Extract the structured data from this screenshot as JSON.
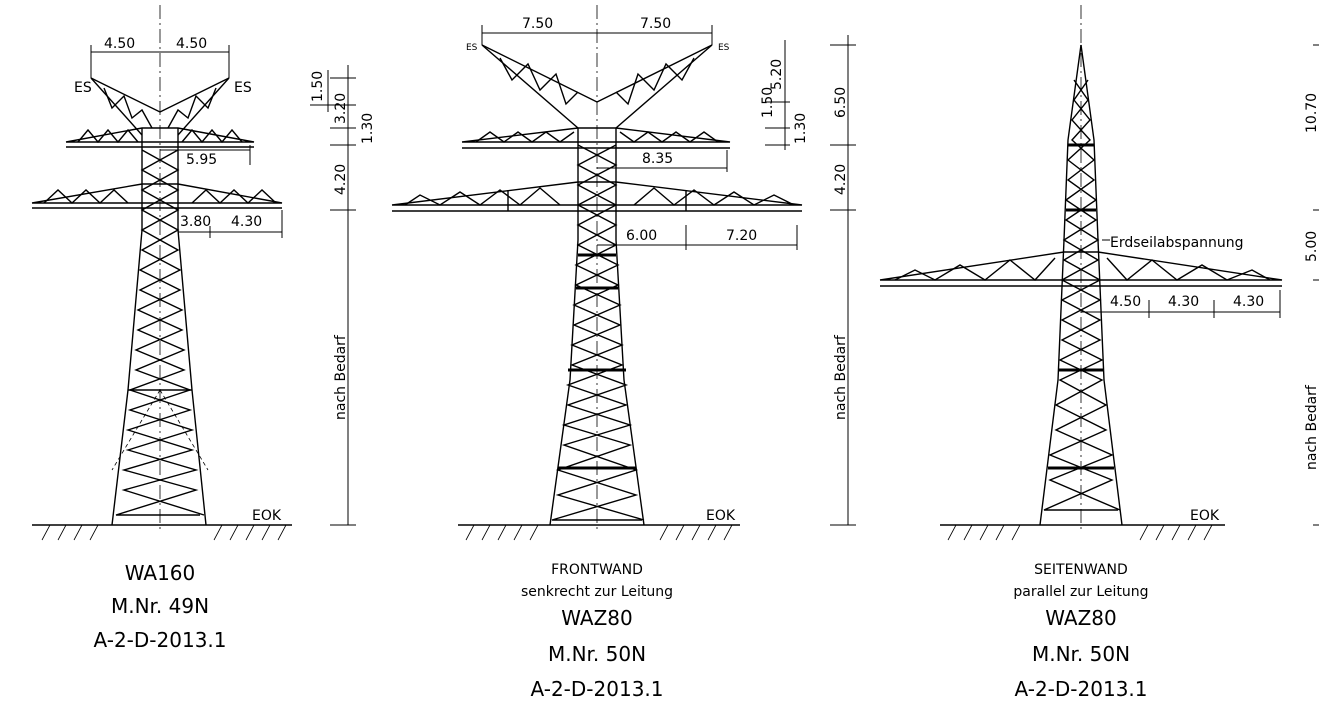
{
  "towers": [
    {
      "id": "wa160",
      "peak_labels": [
        "ES",
        "ES"
      ],
      "dims": {
        "top_left": "4.50",
        "top_right": "4.50",
        "arm_mid": "5.95",
        "arm_low_a": "3.80",
        "arm_low_b": "4.30",
        "v_a": "1.50",
        "v_b": "3.20",
        "v_c": "1.30",
        "v_d": "4.20",
        "v_main": "nach Bedarf"
      },
      "ground": "EOK",
      "caption": [
        "WA160",
        "M.Nr. 49N",
        "A-2-D-2013.1"
      ]
    },
    {
      "id": "waz80-front",
      "peak_labels": [
        "ES",
        "ES"
      ],
      "dims": {
        "top_left": "7.50",
        "top_right": "7.50",
        "arm_mid": "8.35",
        "arm_low_a": "6.00",
        "arm_low_b": "7.20",
        "v_a": "1.50",
        "v_b": "5.20",
        "v_c": "1.30",
        "v_d": "6.50",
        "v_e": "4.20",
        "v_main": "nach Bedarf"
      },
      "ground": "EOK",
      "caption_small": [
        "FRONTWAND",
        "senkrecht zur Leitung"
      ],
      "caption": [
        "WAZ80",
        "M.Nr. 50N",
        "A-2-D-2013.1"
      ]
    },
    {
      "id": "waz80-side",
      "note": "Erdseilabspannung",
      "dims": {
        "arm_a": "4.50",
        "arm_b": "4.30",
        "arm_c": "4.30",
        "v_top": "10.70",
        "v_mid": "5.00",
        "v_main": "nach Bedarf"
      },
      "ground": "EOK",
      "caption_small": [
        "SEITENWAND",
        "parallel zur Leitung"
      ],
      "caption": [
        "WAZ80",
        "M.Nr. 50N",
        "A-2-D-2013.1"
      ]
    }
  ]
}
